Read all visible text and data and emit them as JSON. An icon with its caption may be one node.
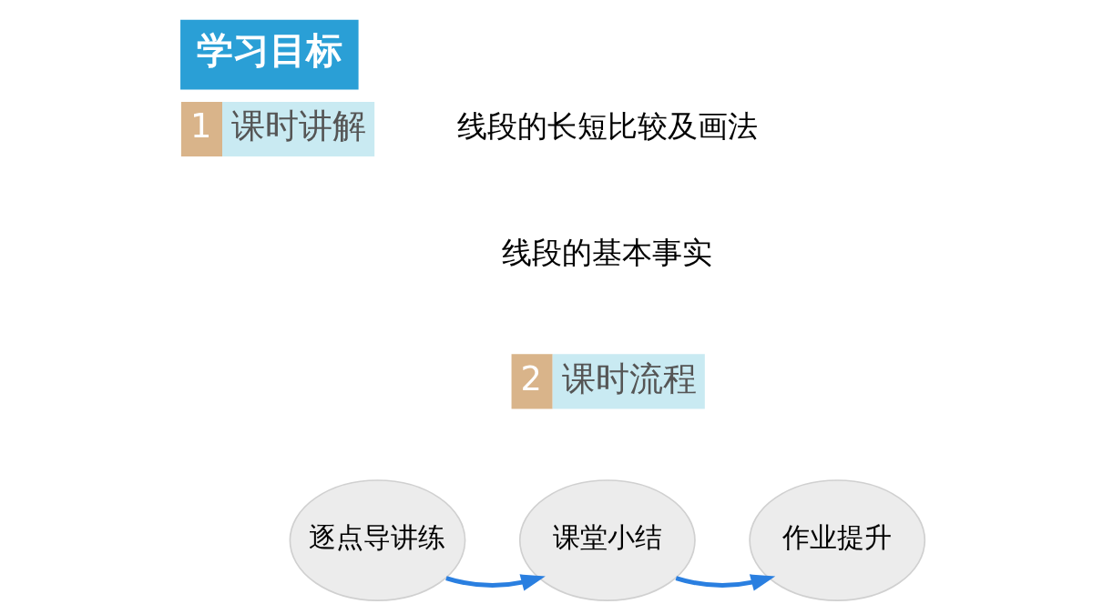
{
  "diagram": {
    "title": "学习目标",
    "nodes": [
      {
        "text": [
          "1",
          "课时讲解"
        ]
      },
      {
        "text": [
          "2",
          "课时流程"
        ]
      },
      {
        "text": [
          "逐点导讲练"
        ]
      },
      {
        "text": [
          "课堂小结"
        ]
      },
      {
        "text": [
          "作业提升"
        ]
      }
    ],
    "edges": [
      {
        "from": 2,
        "to": 3,
        "arrow": "to"
      },
      {
        "from": 3,
        "to": 4,
        "arrow": "to"
      }
    ],
    "labels": [
      "线段的长短比较及画法",
      "线段的基本事实"
    ]
  }
}
